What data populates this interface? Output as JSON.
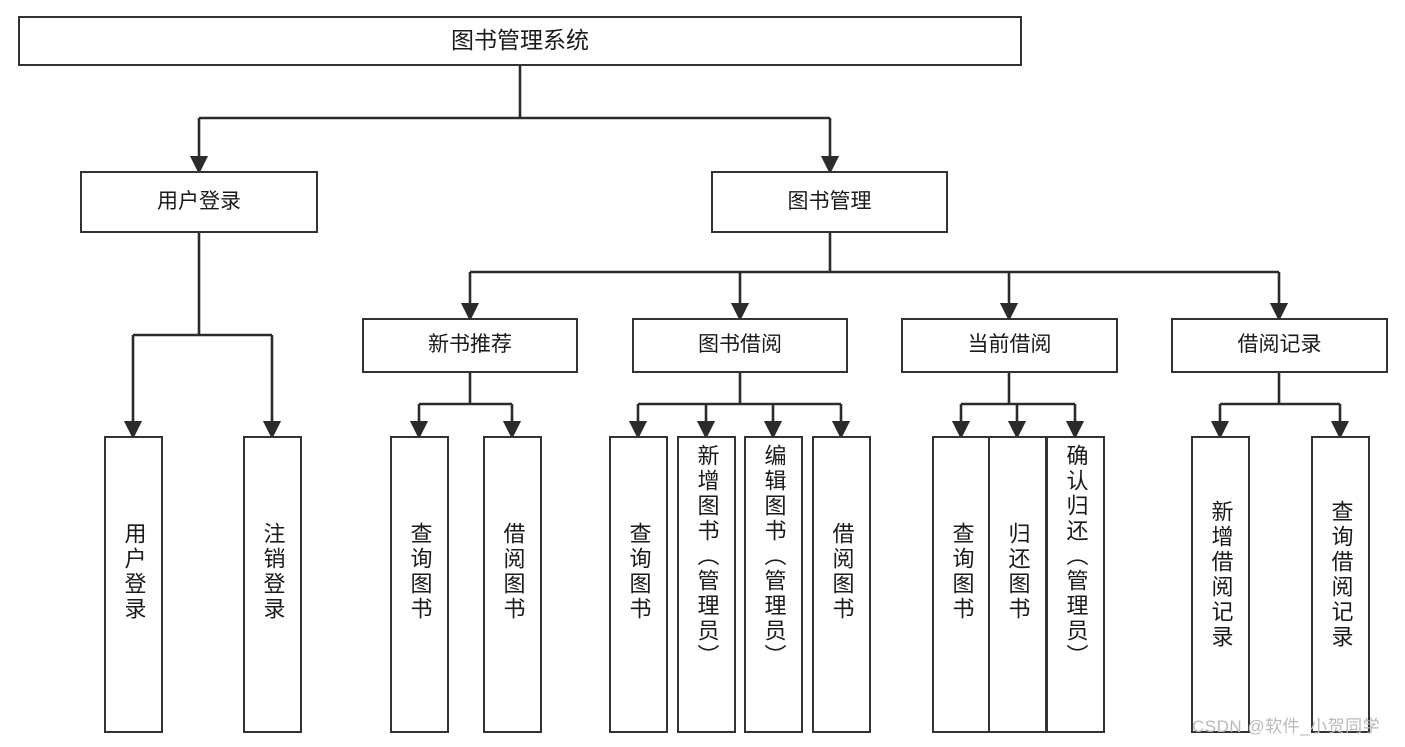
{
  "diagram": {
    "title": "图书管理系统",
    "type": "hierarchy-tree",
    "root": {
      "label": "图书管理系统"
    },
    "level2": [
      {
        "label": "用户登录"
      },
      {
        "label": "图书管理"
      }
    ],
    "level3": [
      {
        "label": "新书推荐"
      },
      {
        "label": "图书借阅"
      },
      {
        "label": "当前借阅"
      },
      {
        "label": "借阅记录"
      }
    ],
    "leaves": [
      {
        "label": "用户登录"
      },
      {
        "label": "注销登录"
      },
      {
        "label": "查询图书"
      },
      {
        "label": "借阅图书"
      },
      {
        "label": "查询图书"
      },
      {
        "label": "新增图书（管理员）"
      },
      {
        "label": "编辑图书（管理员）"
      },
      {
        "label": "借阅图书"
      },
      {
        "label": "查询图书"
      },
      {
        "label": "归还图书"
      },
      {
        "label": "确认归还（管理员）"
      },
      {
        "label": "新增借阅记录"
      },
      {
        "label": "查询借阅记录"
      }
    ]
  },
  "watermark": {
    "text": "CSDN @软件_小贺同学"
  },
  "colors": {
    "border": "#333333",
    "background": "#ffffff",
    "text": "#1a1a1a",
    "watermark": "#b9b9b9"
  }
}
